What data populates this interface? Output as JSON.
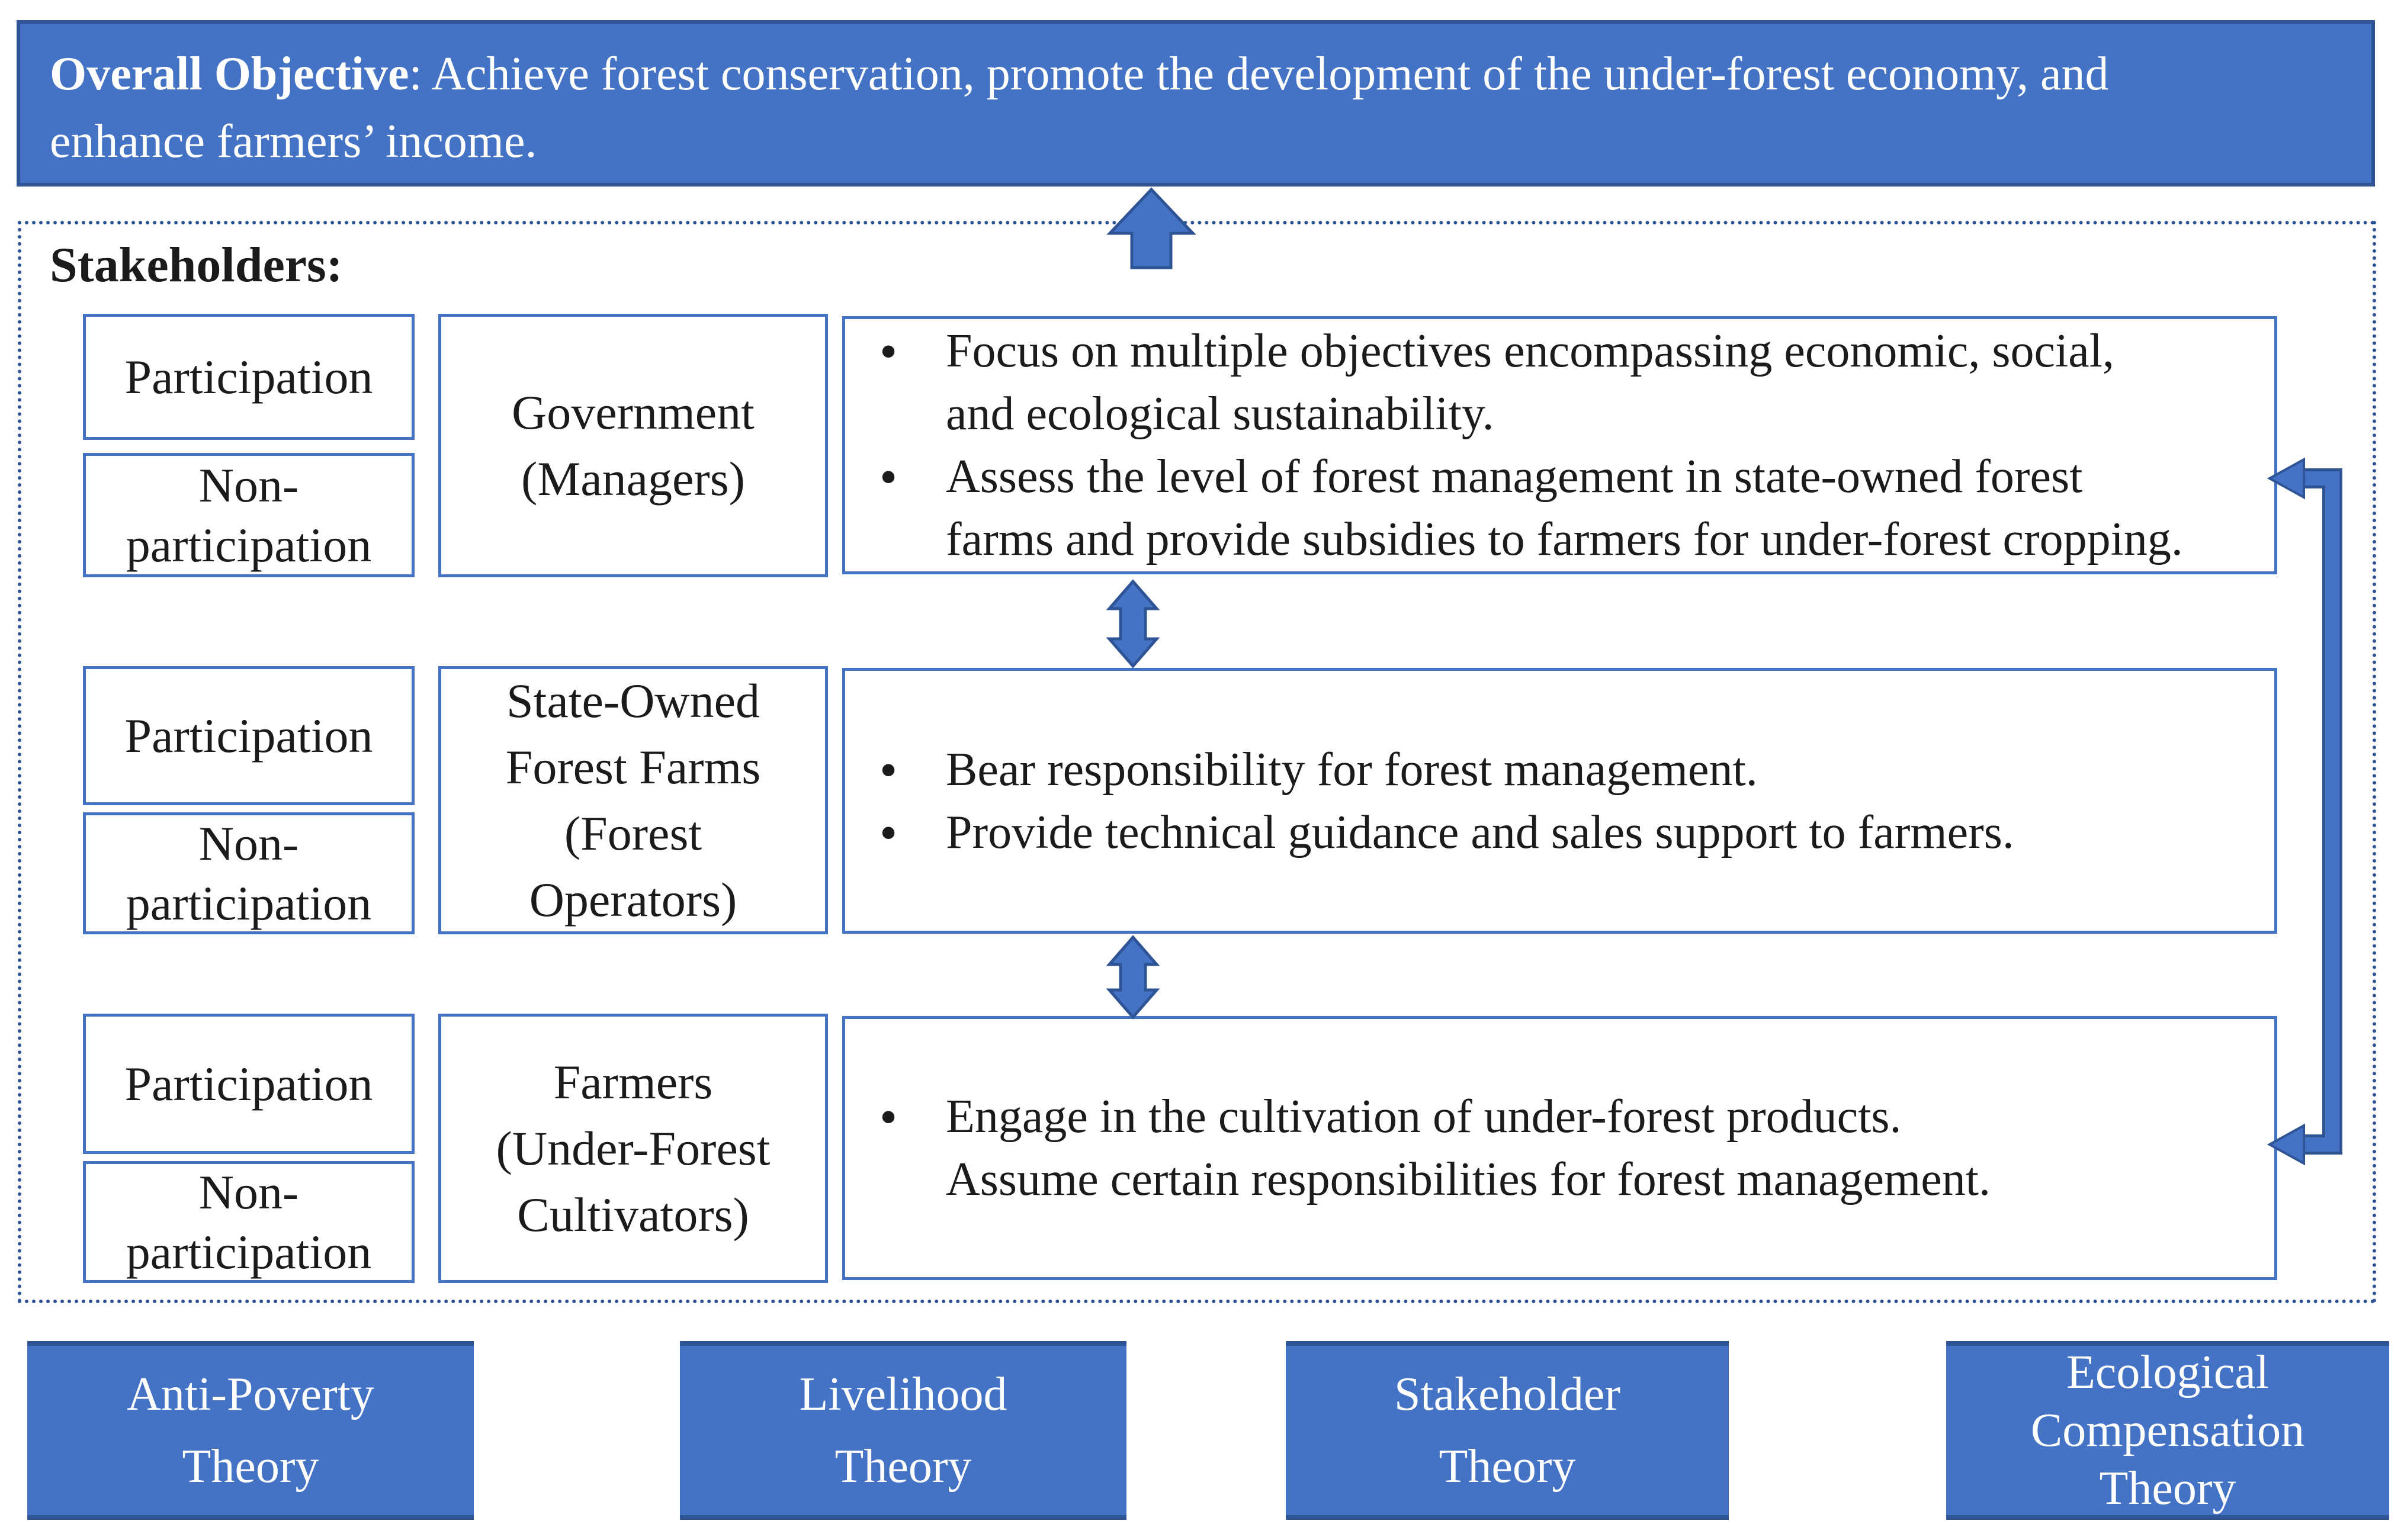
{
  "ui": {
    "bullet_char": "•"
  },
  "colors": {
    "accent": "#4472C4",
    "accent_dark": "#2F5496",
    "box_background": "#ffffff",
    "body_text": "#1b1b1b",
    "banner_text": "#ffffff"
  },
  "banner": {
    "bold": "Overall Objective",
    "line1_rest": ": Achieve forest conservation, promote the development of the under-forest economy, and",
    "line2": "enhance farmers’ income."
  },
  "stakeholders": {
    "label": "Stakeholders:",
    "rows": [
      {
        "participation": "Participation",
        "non_participation_lines": [
          "Non-",
          "participation"
        ],
        "role_lines": [
          "Government",
          "(Managers)"
        ],
        "bullets": [
          {
            "lines": [
              "Focus on multiple objectives encompassing economic, social,",
              "and ecological sustainability."
            ]
          },
          {
            "lines": [
              "Assess the level of forest management in state-owned forest",
              "farms and provide subsidies to farmers for under-forest cropping."
            ]
          }
        ]
      },
      {
        "participation": "Participation",
        "non_participation_lines": [
          "Non-",
          "participation"
        ],
        "role_lines": [
          "State-Owned",
          "Forest Farms",
          "(Forest",
          "Operators)"
        ],
        "bullets": [
          {
            "lines": [
              "Bear responsibility for forest management."
            ]
          },
          {
            "lines": [
              "Provide technical guidance and sales support to farmers."
            ]
          }
        ]
      },
      {
        "participation": "Participation",
        "non_participation_lines": [
          "Non-",
          "participation"
        ],
        "role_lines": [
          "Farmers",
          "(Under-Forest",
          "Cultivators)"
        ],
        "bullets": [
          {
            "lines": [
              "Engage in the cultivation of under-forest products.",
              "Assume certain responsibilities for forest management."
            ]
          }
        ]
      }
    ]
  },
  "theories": [
    {
      "lines": [
        "Anti-Poverty",
        "Theory"
      ]
    },
    {
      "lines": [
        "Livelihood",
        "Theory"
      ]
    },
    {
      "lines": [
        "Stakeholder",
        "Theory"
      ]
    },
    {
      "lines": [
        "Ecological",
        "Compensation",
        "Theory"
      ]
    }
  ]
}
